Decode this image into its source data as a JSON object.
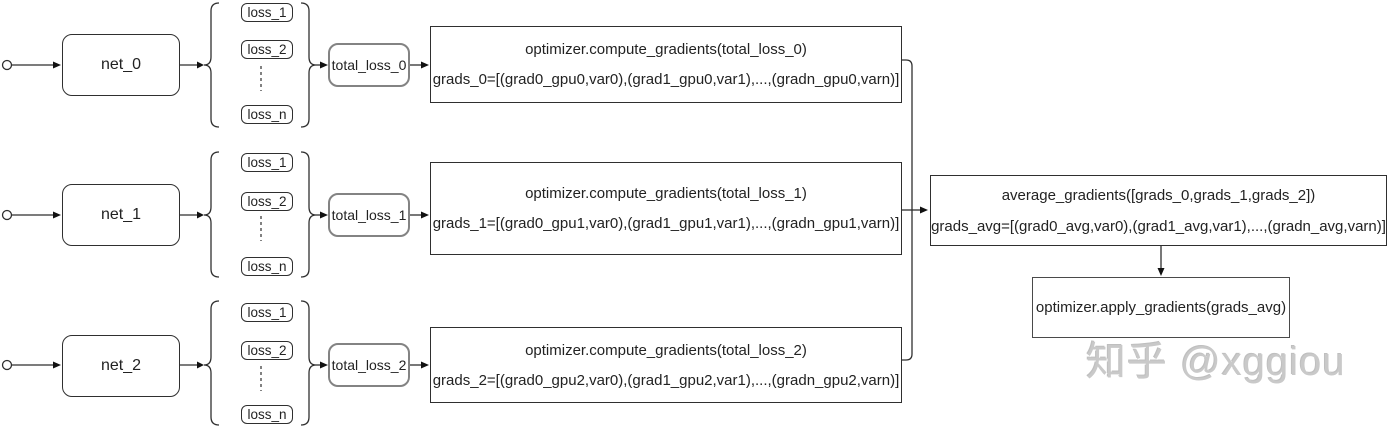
{
  "diagram": {
    "rows": [
      {
        "net": "net_0",
        "losses": [
          "loss_1",
          "loss_2",
          "loss_n"
        ],
        "total_loss": "total_loss_0",
        "compute_line1": "optimizer.compute_gradients(total_loss_0)",
        "compute_line2": "grads_0=[(grad0_gpu0,var0),(grad1_gpu0,var1),...,(gradn_gpu0,varn)]"
      },
      {
        "net": "net_1",
        "losses": [
          "loss_1",
          "loss_2",
          "loss_n"
        ],
        "total_loss": "total_loss_1",
        "compute_line1": "optimizer.compute_gradients(total_loss_1)",
        "compute_line2": "grads_1=[(grad0_gpu1,var0),(grad1_gpu1,var1),...,(gradn_gpu1,varn)]"
      },
      {
        "net": "net_2",
        "losses": [
          "loss_1",
          "loss_2",
          "loss_n"
        ],
        "total_loss": "total_loss_2",
        "compute_line1": "optimizer.compute_gradients(total_loss_2)",
        "compute_line2": "grads_2=[(grad0_gpu2,var0),(grad1_gpu2,var1),...,(gradn_gpu2,varn)]"
      }
    ],
    "average": {
      "line1": "average_gradients([grads_0,grads_1,grads_2])",
      "line2": "grads_avg=[(grad0_avg,var0),(grad1_avg,var1),...,(gradn_avg,varn)]"
    },
    "apply": {
      "label": "optimizer.apply_gradients(grads_avg)"
    },
    "watermark": "知乎 @xggiou",
    "colors": {
      "line": "#2f2f2f",
      "total_loss_border": "#838383",
      "watermark": "#c9c9c9",
      "background": "#ffffff"
    }
  }
}
